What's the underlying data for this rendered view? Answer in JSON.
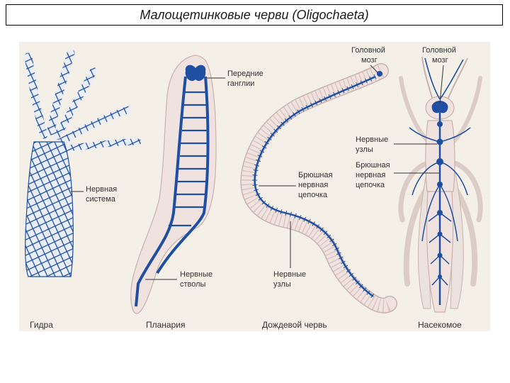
{
  "title": "Малощетинковые черви (Oligochaeta)",
  "labels": {
    "hydra_nerve_system": [
      "Нервная",
      "система"
    ],
    "planaria_ganglia": [
      "Передние",
      "ганглии"
    ],
    "planaria_trunks": [
      "Нервные",
      "стволы"
    ],
    "worm_chain": [
      "Брюшная",
      "нервная",
      "цепочка"
    ],
    "worm_nodes": [
      "Нервные",
      "узлы"
    ],
    "worm_brain": [
      "Головной",
      "мозг"
    ],
    "insect_brain": [
      "Головной",
      "мозг"
    ],
    "insect_nodes": [
      "Нервные",
      "узлы"
    ],
    "insect_chain": [
      "Брюшная",
      "нервная",
      "цепочка"
    ]
  },
  "captions": {
    "hydra": "Гидра",
    "planaria": "Планария",
    "earthworm": "Дождевой червь",
    "insect": "Насекомое"
  },
  "colors": {
    "nerve": "#1f4fa3",
    "body": "#f0e2de",
    "outline": "#c9b2ad",
    "panel": "#f4f0e8"
  }
}
